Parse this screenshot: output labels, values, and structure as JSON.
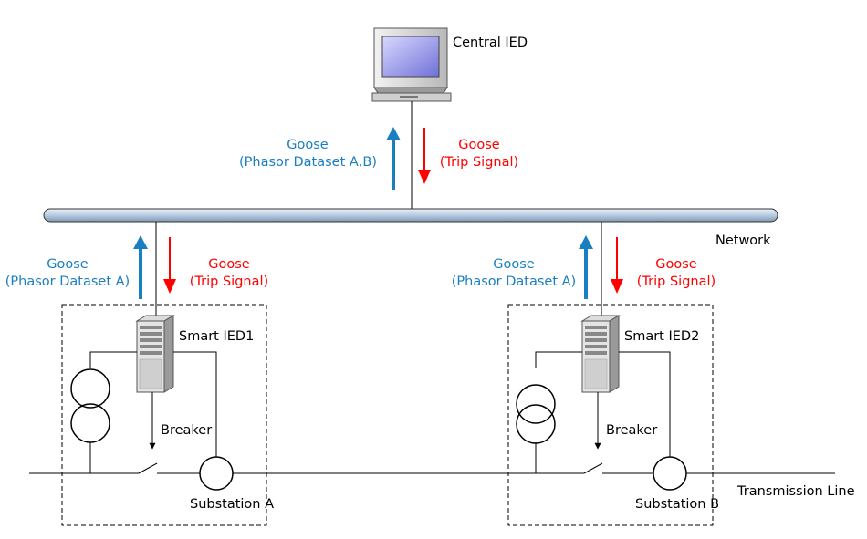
{
  "colors": {
    "goose_up": "#1a7fc0",
    "goose_down": "#ff0000",
    "network_bus": "#b8cce0",
    "line": "#000000"
  },
  "central": {
    "label": "Central IED",
    "icon": "computer-monitor-icon",
    "up_msg": {
      "line1": "Goose",
      "line2": "(Phasor Dataset A,B)"
    },
    "down_msg": {
      "line1": "Goose",
      "line2": "(Trip Signal)"
    }
  },
  "network": {
    "label": "Network"
  },
  "substations": [
    {
      "ied_label": "Smart IED1",
      "ied_icon": "server-tower-icon",
      "breaker_label": "Breaker",
      "name": "Substation A",
      "up_msg": {
        "line1": "Goose",
        "line2": "(Phasor Dataset A)"
      },
      "down_msg": {
        "line1": "Goose",
        "line2": "(Trip Signal)"
      }
    },
    {
      "ied_label": "Smart IED2",
      "ied_icon": "server-tower-icon",
      "breaker_label": "Breaker",
      "name": "Substation B",
      "up_msg": {
        "line1": "Goose",
        "line2": "(Phasor Dataset A)"
      },
      "down_msg": {
        "line1": "Goose",
        "line2": "(Trip Signal)"
      }
    }
  ],
  "transmission_line": {
    "label": "Transmission Line"
  }
}
